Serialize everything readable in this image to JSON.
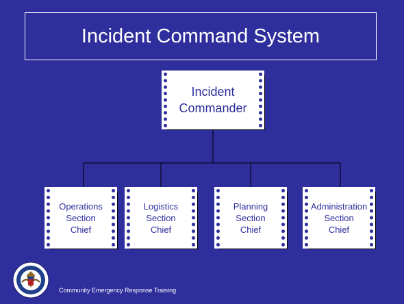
{
  "slide": {
    "title": "Incident Command System",
    "footer": "Community Emergency Response Training",
    "seal_icon": "dhs-seal-icon"
  },
  "colors": {
    "background": "#2e2e9c",
    "node_fill": "#ffffff",
    "node_text": "#2e2e9c",
    "line": "#000000"
  },
  "org_chart": {
    "top": {
      "label": "Incident\nCommander"
    },
    "children": [
      {
        "label": "Operations\nSection\nChief"
      },
      {
        "label": "Logistics\nSection\nChief"
      },
      {
        "label": "Planning\nSection\nChief"
      },
      {
        "label": "Administration\nSection\nChief"
      }
    ]
  }
}
